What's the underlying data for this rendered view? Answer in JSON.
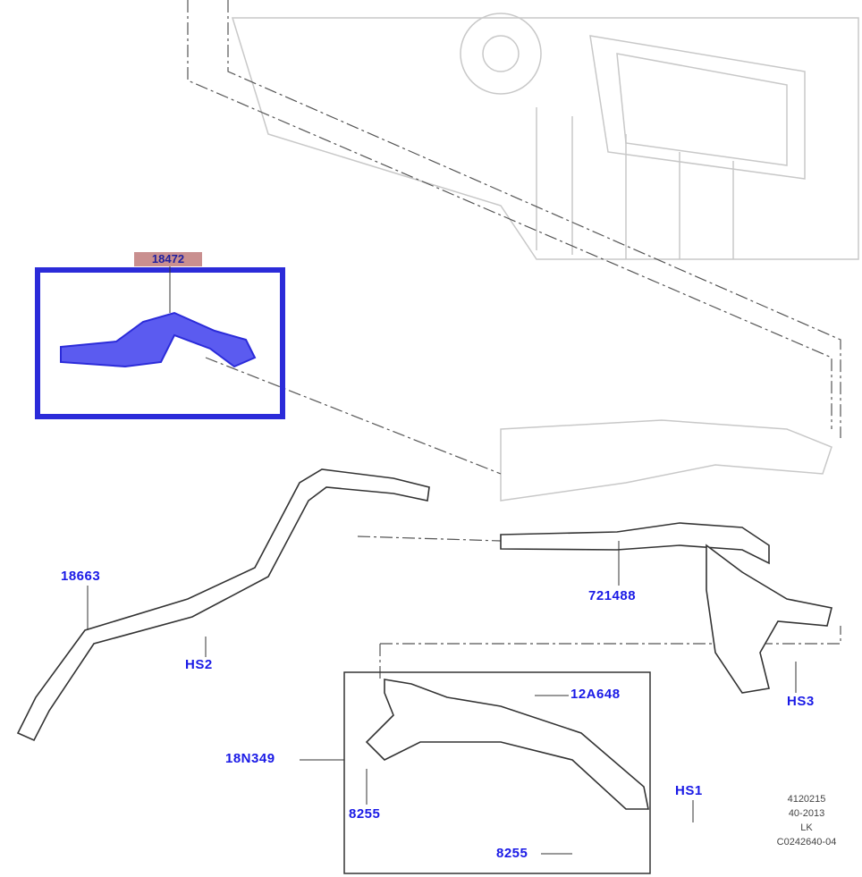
{
  "highlight_color": "#2b2bd9",
  "label_color": "#1a1ae6",
  "highlighted_part": "18472",
  "callouts": {
    "p18663": "18663",
    "hs2": "HS2",
    "p721488": "721488",
    "hs3": "HS3",
    "p12a648": "12A648",
    "p18n349": "18N349",
    "hs1": "HS1",
    "p8255a": "8255",
    "p8255b": "8255"
  },
  "reference": {
    "line1": "4120215",
    "line2": "40-2013",
    "line3": "LK",
    "line4": "C0242640-04"
  }
}
